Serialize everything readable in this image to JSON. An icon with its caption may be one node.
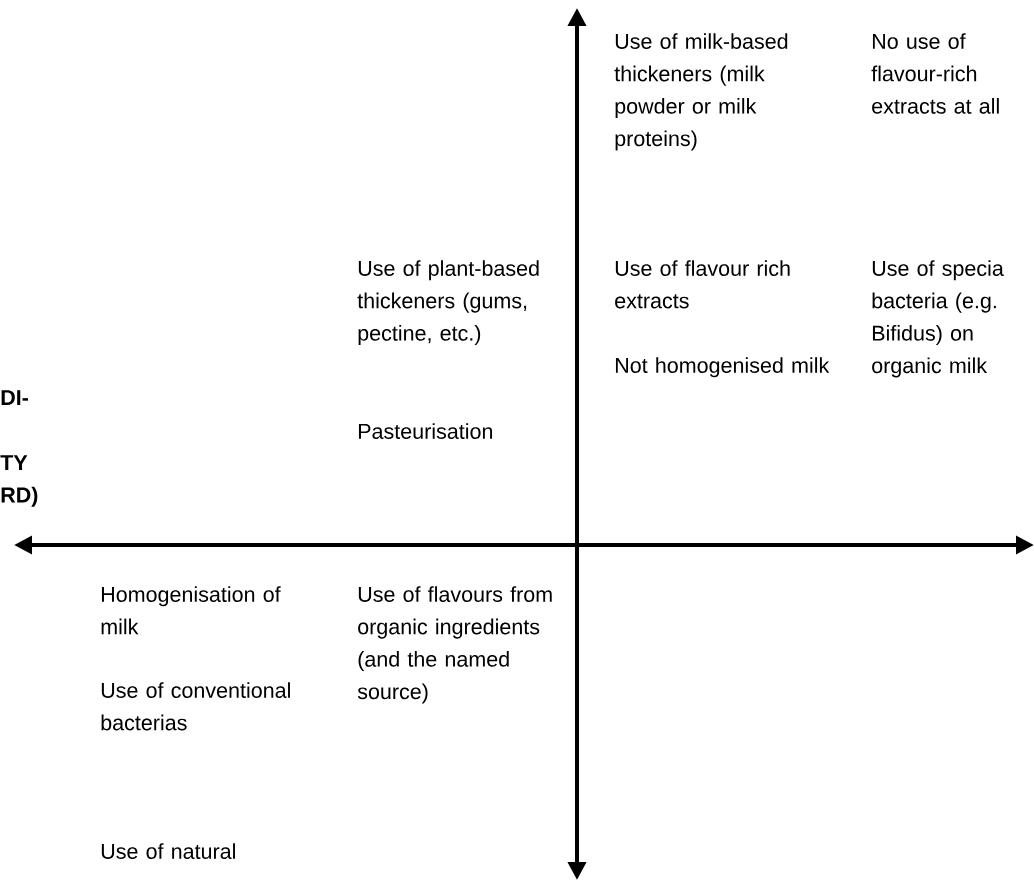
{
  "diagram": {
    "labels": [
      "Use of milk-based thickeners (milk powder or milk proteins)",
      "No use of flavour-rich extracts at all",
      "Use of plant-based thickeners (gums, pectine, etc.)",
      "Use of flavour rich extracts",
      "Use of specia bacteria (e.g. Bifidus) on organic milk",
      "DI-",
      "Not homogenised milk",
      "TY RD)",
      "Pasteurisation",
      "Homogenisation of milk",
      "Use of flavours from organic ingredients (and the named source)",
      "Use of conventional bacterias",
      "Use of natural"
    ]
  }
}
